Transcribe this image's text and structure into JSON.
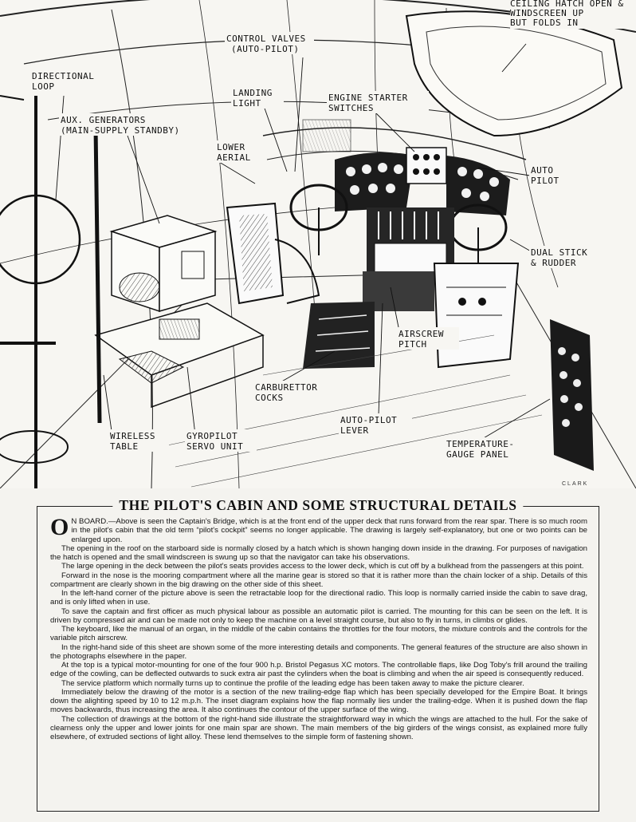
{
  "illustration": {
    "callouts": {
      "top_right_1": "CEILING HATCH OPEN &",
      "top_right_2": "WINDSCREEN UP",
      "top_right_3": "BUT FOLDS IN",
      "control_valves_1": "CONTROL VALVES",
      "control_valves_2": "(AUTO-PILOT)",
      "directional_1": "DIRECTIONAL",
      "directional_2": "LOOP",
      "landing_1": "LANDING",
      "landing_2": "LIGHT",
      "engine_1": "ENGINE STARTER",
      "engine_2": "SWITCHES",
      "aux_1": "AUX. GENERATORS",
      "aux_2": "(MAIN-SUPPLY STANDBY)",
      "lower_1": "LOWER",
      "lower_2": "AERIAL",
      "auto_1": "AUTO",
      "auto_2": "PILOT",
      "dual_1": "DUAL STICK",
      "dual_2": "& RUDDER",
      "airscrew_1": "AIRSCREW",
      "airscrew_2": "PITCH",
      "carb_1": "CARBURETTOR",
      "carb_2": "COCKS",
      "lever_1": "AUTO-PILOT",
      "lever_2": "LEVER",
      "wireless_1": "WIRELESS",
      "wireless_2": "TABLE",
      "gyro_1": "GYROPILOT",
      "gyro_2": "SERVO UNIT",
      "temp_1": "TEMPERATURE-",
      "temp_2": "GAUGE PANEL"
    },
    "signature": "CLARK"
  },
  "article": {
    "title": "THE PILOT'S CABIN AND SOME STRUCTURAL DETAILS",
    "dropcap": "O",
    "paragraphs": [
      "N BOARD.—Above is seen the Captain's Bridge, which is at the front end of the upper deck that runs forward from the rear spar. There is so much room in the pilot's cabin that the old term “pilot's cockpit” seems no longer applicable. The drawing is largely self-explanatory, but one or two points can be enlarged upon.",
      "The opening in the roof on the starboard side is normally closed by a hatch which is shown hanging down inside in the drawing. For purposes of navigation the hatch is opened and the small windscreen is swung up so that the navigator can take his observations.",
      "The large opening in the deck between the pilot's seats provides access to the lower deck, which is cut off by a bulkhead from the passengers at this point.",
      "Forward in the nose is the mooring compartment where all the marine gear is stored so that it is rather more than the chain locker of a ship. Details of this compartment are clearly shown in the big drawing on the other side of this sheet.",
      "In the left-hand corner of the picture above is seen the retractable loop for the directional radio. This loop is normally carried inside the cabin to save drag, and is only lifted when in use.",
      "To save the captain and first officer as much physical labour as possible an automatic pilot is carried. The mounting for this can be seen on the left. It is driven by compressed air and can be made not only to keep the machine on a level straight course, but also to fly in turns, in climbs or glides.",
      "The keyboard, like the manual of an organ, in the middle of the cabin contains the throttles for the four motors, the mixture controls and the controls for the variable pitch airscrew.",
      "In the right-hand side of this sheet are shown some of the more interesting details and components. The general features of the structure are also shown in the photographs elsewhere in the paper.",
      "At the top is a typical motor-mounting for one of the four 900 h.p. Bristol Pegasus XC motors. The controllable flaps, like Dog Toby's frill around the trailing edge of the cowling, can be deflected outwards to suck extra air past the cylinders when the boat is climbing and when the air speed is consequently reduced.",
      "The service platform which normally turns up to continue the profile of the leading edge has been taken away to make the picture clearer.",
      "Immediately below the drawing of the motor is a section of the new trailing-edge flap which has been specially developed for the Empire Boat. It brings down the alighting speed by 10 to 12 m.p.h. The inset diagram explains how the flap normally lies under the trailing-edge. When it is pushed down the flap moves backwards, thus increasing the area. It also continues the contour of the upper surface of the wing.",
      "The collection of drawings at the bottom of the right-hand side illustrate the straightforward way in which the wings are attached to the hull. For the sake of clearness only the upper and lower joints for one main spar are shown. The main members of the big girders of the wings consist, as explained more fully elsewhere, of extruded sections of light alloy. These lend themselves to the simple form of fastening shown."
    ]
  }
}
